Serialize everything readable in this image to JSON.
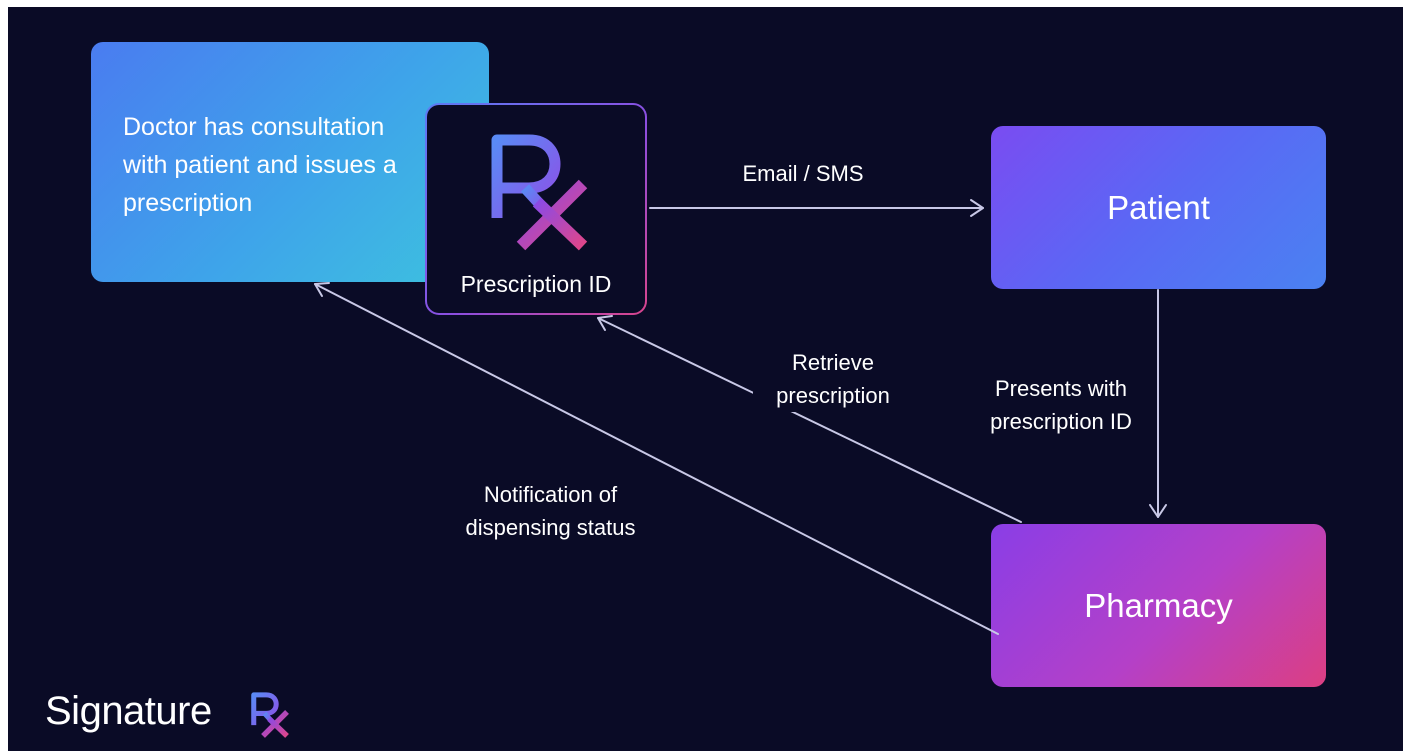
{
  "nodes": {
    "doctor": {
      "text": "Doctor has consultation with patient and issues a prescription"
    },
    "prescription_id": {
      "label": "Prescription ID",
      "icon": "rx-logo-icon"
    },
    "patient": {
      "label": "Patient"
    },
    "pharmacy": {
      "label": "Pharmacy"
    }
  },
  "edges": {
    "email_sms": {
      "label": "Email / SMS"
    },
    "retrieve": {
      "label": "Retrieve prescription"
    },
    "presents": {
      "label": "Presents with prescription ID"
    },
    "notification": {
      "label": "Notification of dispensing status"
    }
  },
  "brand": {
    "name": "Signature",
    "icon": "rx-logo-icon"
  },
  "colors": {
    "background": "#0a0b26",
    "arrow": "#c8c8e6",
    "doctor_gradient": [
      "#4a7cf0",
      "#3dc3de"
    ],
    "patient_gradient": [
      "#7a4cf2",
      "#4a82f2"
    ],
    "pharmacy_gradient": [
      "#8a3ee6",
      "#dc3f82"
    ],
    "rx_gradient": [
      "#5b7cf5",
      "#d8448c"
    ]
  }
}
